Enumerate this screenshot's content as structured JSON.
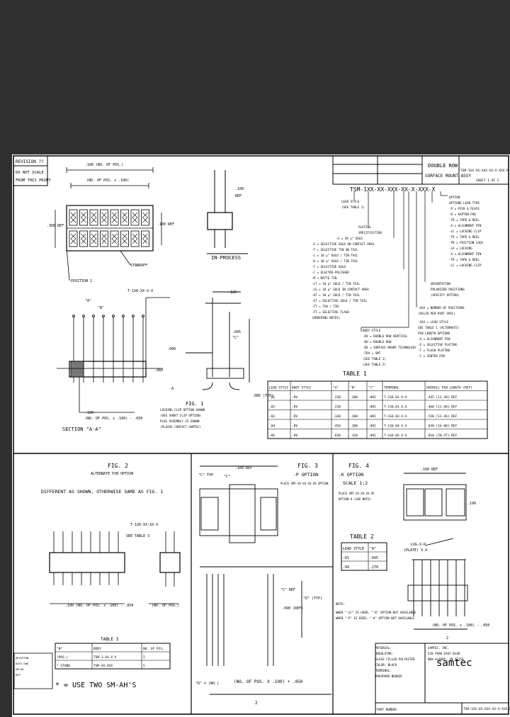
{
  "corner_notes": {
    "revision": "REVISION ??",
    "do_not_scale": "DO NOT SCALE",
    "from_this_print": "FROM THIS PRINT"
  },
  "title_block": {
    "series_name": "DOUBLE ROW",
    "series_sub": "SURFACE MOUNT ASSY",
    "part_number": "TSM-1XX-XX-XXX-XX-X-XXX-X",
    "sheet": "SHEET 1 OF 2",
    "drawing_id": "TSM-1XX-XX-XXX-XX-X-XXX-X"
  },
  "views": {
    "in_process": "IN-PROCESS",
    "section_label": "SECTION \"A-A\"",
    "fig1_label": "FIG. 1",
    "fig1_caption": [
      "LOCKING CLIP OPTION SHOWN",
      "(SEE SHORT CLIP OPTION)",
      "PLUG ASSEMBLY IS SHOWN",
      "(PLEASE CONTACT SAMTEC)"
    ],
    "fig2_title": "FIG. 2",
    "fig2_sub": "ALTERNATE PIN OPTION",
    "fig2_note": "DIFFERENT AS SHOWN, OTHERWISE SAME AS FIG. 1",
    "fig3_title": "FIG. 3",
    "fig3_sub": "-P OPTION",
    "fig4_title": "FIG. 4",
    "fig4_sub": "-K OPTION",
    "fig4_scale": "SCALE 1:2",
    "star_note": "* = USE TWO SM-AH'S",
    "formula_num": "(NO. OF POS. X .100) + .050",
    "formula_den": "2",
    "samtec_logo": "samtec"
  },
  "table1": {
    "title": "TABLE 1",
    "headers": [
      "LEAD STYLE",
      "BODY STYLE",
      "\"A\"",
      "\"B\"",
      "\"C\"",
      "TERMINAL",
      "OVERALL PIN LENGTH (REF)"
    ],
    "rows": [
      [
        "-01",
        "-DV",
        ".230",
        ".100",
        ".092",
        "T-1S6-01-X-X",
        ".445 [11.30] REF"
      ],
      [
        "-02",
        "-DV",
        ".230",
        "-",
        ".092",
        "T-1S6-01-X-X",
        ".460 [11.68] REF"
      ],
      [
        "-03",
        "-DV",
        ".330",
        ".100",
        ".092",
        "T-1S6-03-X-X",
        ".530 [13.46] REF"
      ],
      [
        "-04",
        "-DV",
        ".450",
        ".100",
        ".092",
        "T-1S6-04-X-X",
        ".630 [16.00] REF"
      ],
      [
        "-05",
        "-DV",
        ".630",
        ".120",
        ".092",
        "T-1S6-05-X-X",
        ".810 [20.57] REF"
      ]
    ]
  },
  "table2": {
    "title": "TABLE 2",
    "headers": [
      "LEAD STYLE",
      "\"A\""
    ],
    "rows": [
      [
        "-01",
        ".095"
      ],
      [
        "-04",
        ".270"
      ]
    ]
  },
  "table3": {
    "title": "TABLE 3",
    "headers": [
      "\"N\"",
      "BODY",
      "NO. OF PCS."
    ],
    "rows": [
      [
        "(POS.)",
        "TSM-1-XX-X-X",
        "2"
      ],
      [
        "* STAND",
        "TSM-XX-XXX",
        "5"
      ]
    ]
  }
}
